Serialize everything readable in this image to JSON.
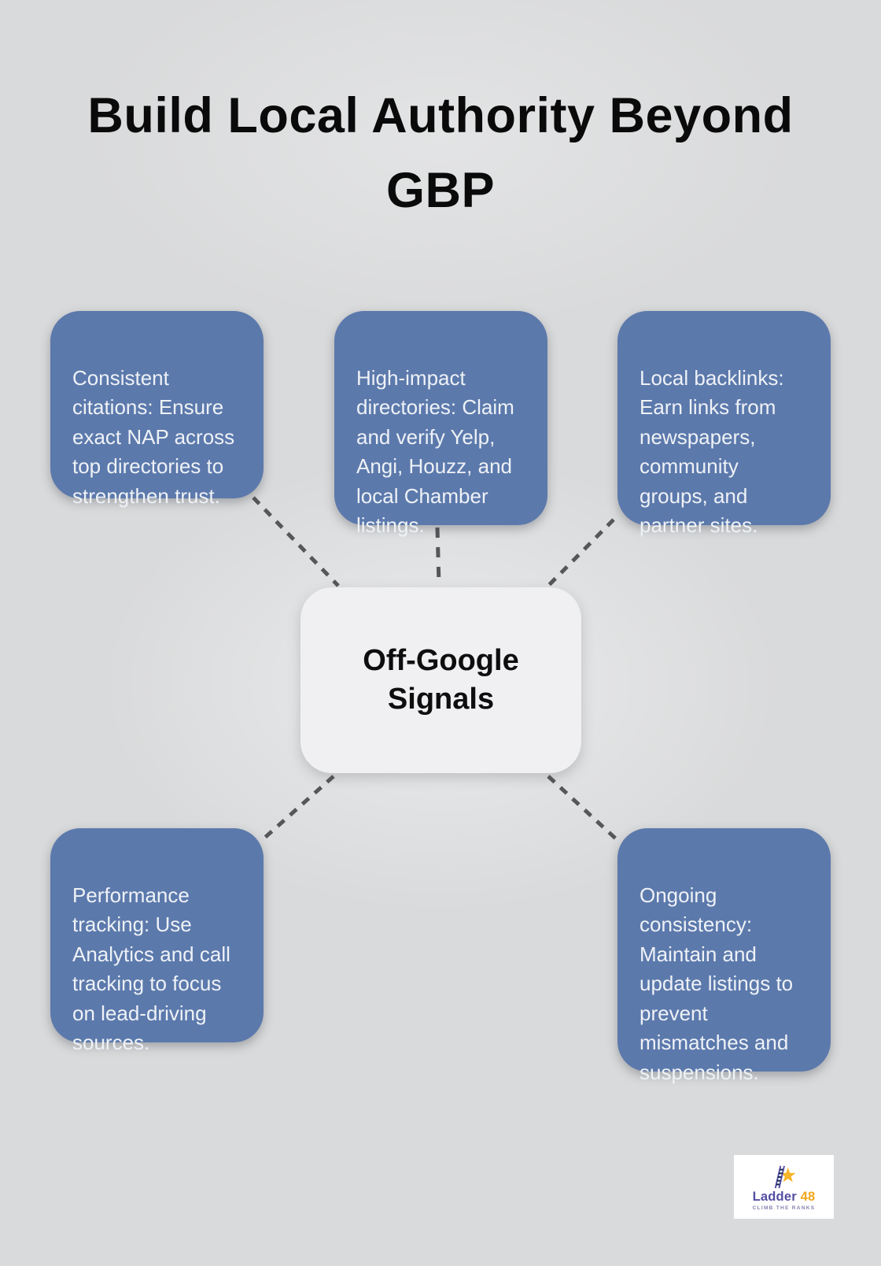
{
  "title": "Build Local Authority Beyond\nGBP",
  "center_node": {
    "label": "Off-Google\nSignals"
  },
  "nodes": [
    {
      "id": "consistent-citations",
      "text": "Consistent\ncitations: Ensure\nexact NAP across\ntop directories to\nstrengthen trust."
    },
    {
      "id": "high-impact-directories",
      "text": "High-impact\ndirectories: Claim\nand verify Yelp,\nAngi, Houzz, and\nlocal Chamber\nlistings."
    },
    {
      "id": "local-backlinks",
      "text": "Local backlinks:\nEarn links from\nnewspapers,\ncommunity\ngroups, and\npartner sites."
    },
    {
      "id": "performance-tracking",
      "text": "Performance\ntracking: Use\nAnalytics and call\ntracking to focus\non lead-driving\nsources."
    },
    {
      "id": "ongoing-consistency",
      "text": "Ongoing\nconsistency:\nMaintain and\nupdate listings to\nprevent\nmismatches and\nsuspensions."
    }
  ],
  "logo": {
    "brand": "Ladder",
    "brand_accent": "48",
    "tagline": "CLIMB THE RANKS"
  },
  "colors": {
    "background": "#dadbdc",
    "node_fill": "#5c79ac",
    "node_text": "#eef2f6",
    "center_fill": "#f0f0f2",
    "center_text": "#0e0e0f",
    "connector": "#555759",
    "title_text": "#0a0a0a",
    "logo_brand": "#534fa4",
    "logo_accent": "#f2a71b",
    "logo_star": "#f6b629",
    "logo_rungs": "#1c2b5a",
    "logo_card": "#ffffff"
  }
}
